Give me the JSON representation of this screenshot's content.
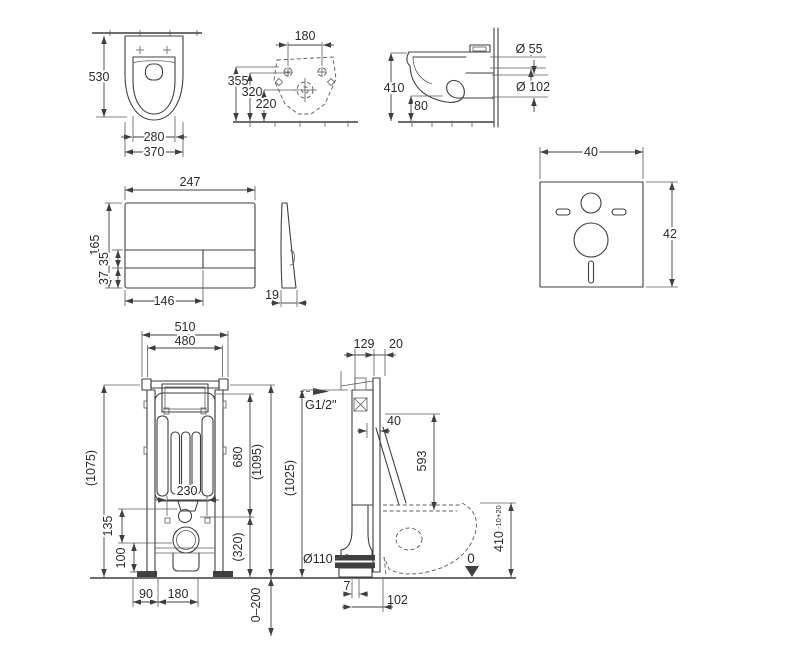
{
  "drawing": {
    "kind": "wall-hung toilet installation set - dimensioned technical drawing",
    "colors": {
      "line": "#3f3f3f",
      "text": "#2b2b2b",
      "background": "#ffffff"
    },
    "views": {
      "bowl_top": {
        "depth": "530",
        "seat_width": "280",
        "width": "370"
      },
      "bowl_rear": {
        "bolt_spacing": "180",
        "h_top": "355",
        "h_bolts": "320",
        "h_drain": "220"
      },
      "bowl_side": {
        "height": "410",
        "inlet_dia": "Ø 55",
        "outlet_dia": "Ø 102",
        "rim": "80"
      },
      "flush_plate": {
        "width": "247",
        "height": "165",
        "button_h": "35",
        "lower_h": "37",
        "button_w": "146",
        "depth": "19"
      },
      "sound_pad": {
        "width": "40",
        "height": "42"
      },
      "frame_front": {
        "width": "510",
        "inner_width": "480",
        "height_left": "(1075)",
        "tank_h": "680",
        "height_right": "(1095)",
        "bolt_spacing": "230",
        "d135": "135",
        "d100": "100",
        "d320": "(320)",
        "d90": "90",
        "d180": "180",
        "feet_range": "0–200"
      },
      "frame_side": {
        "depth": "129",
        "front": "20",
        "water_conn": "G1/2\"",
        "d40": "40",
        "d593": "593",
        "height": "(1025)",
        "drain_dia": "Ø110",
        "d7": "7",
        "d102": "102",
        "floor_zero": "0",
        "bowl_h": "410",
        "tol_plus": "+20",
        "tol_minus": "-10"
      }
    }
  }
}
